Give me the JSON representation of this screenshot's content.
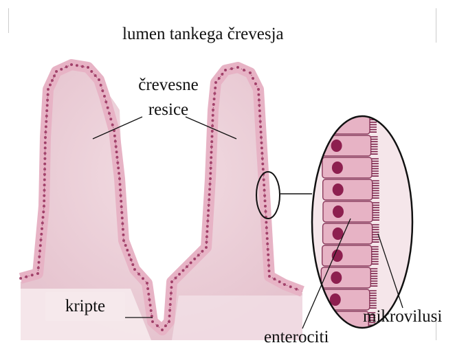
{
  "labels": {
    "lumen": "lumen tankega črevesja",
    "villi_line1": "črevesne",
    "villi_line2": "resice",
    "crypts": "kripte",
    "enterocytes": "enterociti",
    "microvilli": "mikrovilusi"
  },
  "colors": {
    "tissue_fill": "#efd6dc",
    "tissue_core": "#e9c8d1",
    "cell_fill": "#e7b3c5",
    "cell_outline": "#8a3a5c",
    "nucleus": "#8d1f4f",
    "microvilli": "#7a1d46",
    "crypt_label_bg": "#f6e9ec",
    "leader_line": "#111111"
  }
}
